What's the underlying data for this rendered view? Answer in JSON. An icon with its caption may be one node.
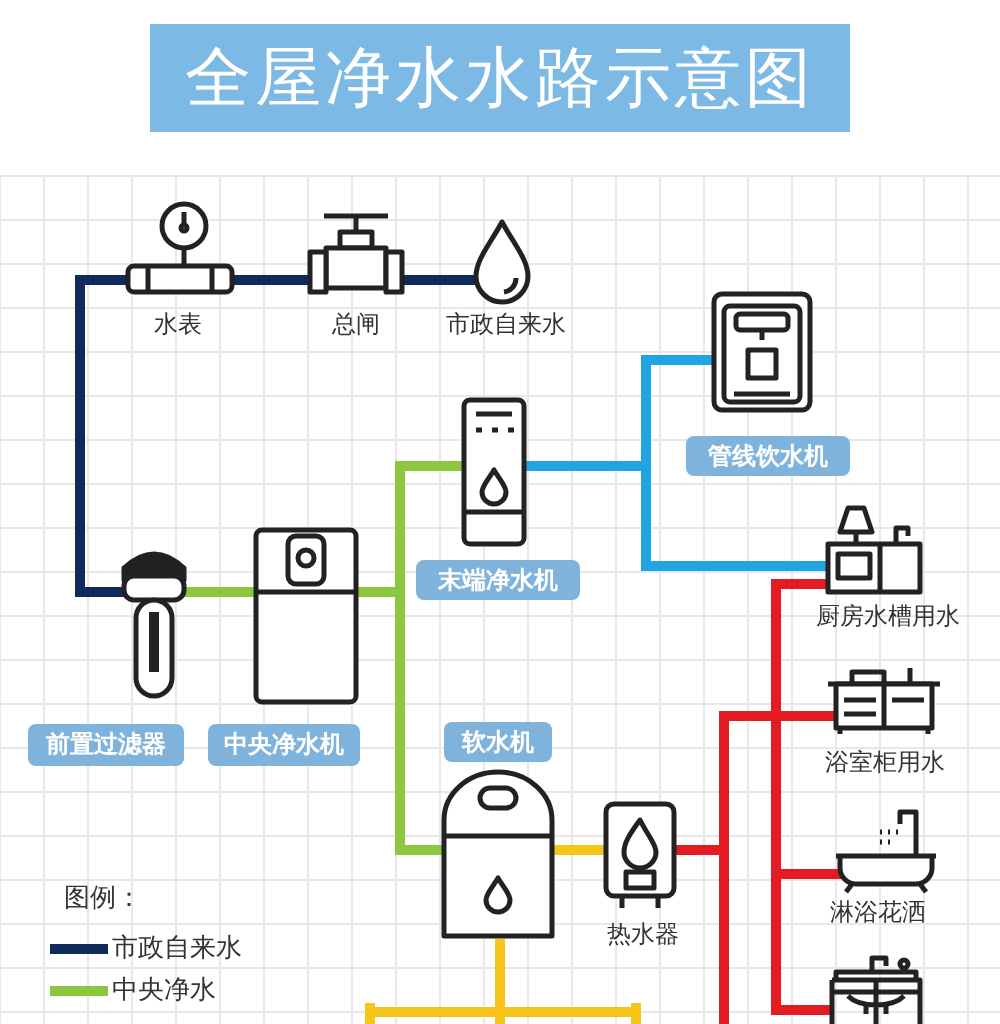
{
  "diagram": {
    "title": "全屋净水水路示意图",
    "nodes": [
      {
        "text": [
          "水表"
        ]
      },
      {
        "text": [
          "总闸"
        ]
      },
      {
        "text": [
          "市政自来水"
        ]
      },
      {
        "text": [
          "管线饮水机"
        ]
      },
      {
        "text": [
          "末端净水机"
        ]
      },
      {
        "text": [
          "厨房水槽用水"
        ]
      },
      {
        "text": [
          "前置过滤器"
        ]
      },
      {
        "text": [
          "中央净水机"
        ]
      },
      {
        "text": [
          "软水机"
        ]
      },
      {
        "text": [
          "浴室柜用水"
        ]
      },
      {
        "text": [
          "热水器"
        ]
      },
      {
        "text": [
          "淋浴花洒"
        ]
      },
      {
        "text": [],
        "shape": "picture"
      }
    ],
    "edges": [
      {
        "from": 2,
        "to": 1,
        "arrow": "none",
        "color": "#102a5c"
      },
      {
        "from": 1,
        "to": 0,
        "arrow": "none",
        "color": "#102a5c"
      },
      {
        "from": 0,
        "to": 6,
        "arrow": "none",
        "color": "#102a5c"
      },
      {
        "from": 6,
        "to": 7,
        "arrow": "none",
        "color": "#8dc63f"
      },
      {
        "from": 7,
        "to": 4,
        "arrow": "none",
        "color": "#8dc63f"
      },
      {
        "from": 7,
        "to": 8,
        "arrow": "none",
        "color": "#8dc63f"
      },
      {
        "from": 4,
        "to": 3,
        "arrow": "none",
        "color": "#1ea5e2"
      },
      {
        "from": 4,
        "to": 5,
        "arrow": "none",
        "color": "#1ea5e2"
      },
      {
        "from": 8,
        "to": 10,
        "arrow": "none",
        "color": "#f5c518"
      },
      {
        "from": 10,
        "to": 5,
        "arrow": "none",
        "color": "#e31b23"
      },
      {
        "from": 10,
        "to": 9,
        "arrow": "none",
        "color": "#e31b23"
      },
      {
        "from": 10,
        "to": 11,
        "arrow": "none",
        "color": "#e31b23"
      },
      {
        "from": 10,
        "to": 12,
        "arrow": "none",
        "color": "#e31b23"
      }
    ],
    "labels": [
      "图例："
    ],
    "legend": [
      {
        "text": "市政自来水",
        "color": "#102a5c"
      },
      {
        "text": "中央净水",
        "color": "#8dc63f"
      }
    ]
  }
}
